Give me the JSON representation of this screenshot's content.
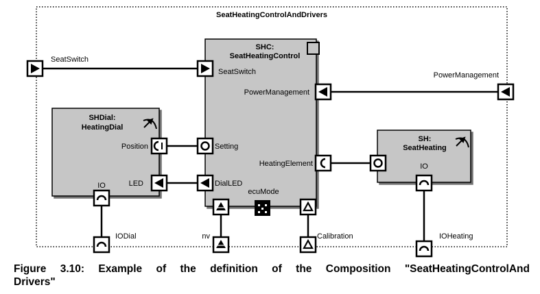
{
  "composition": {
    "title": "SeatHeatingControlAndDrivers"
  },
  "components": {
    "shc": {
      "line1": "SHC:",
      "line2": "SeatHeatingControl"
    },
    "shdial": {
      "line1": "SHDial:",
      "line2": "HeatingDial"
    },
    "sh": {
      "line1": "SH:",
      "line2": "SeatHeating"
    }
  },
  "ports": {
    "shc_seatswitch": "SeatSwitch",
    "shc_powermanagement": "PowerManagement",
    "shc_setting": "Setting",
    "shc_heatingelement": "HeatingElement",
    "shc_dialled": "DialLED",
    "shc_ecumode": "ecuMode",
    "dial_position": "Position",
    "dial_led": "LED",
    "dial_io": "IO",
    "sh_io": "IO"
  },
  "outer_ports": {
    "seatswitch": "SeatSwitch",
    "powermanagement": "PowerManagement",
    "iodial": "IODial",
    "nv": "nv",
    "calibration": "Calibration",
    "ioheating": "IOHeating"
  },
  "caption": {
    "line1": "Figure 3.10:  Example of the definition of the Composition \"SeatHeatingControlAnd",
    "line2": "Drivers\""
  }
}
